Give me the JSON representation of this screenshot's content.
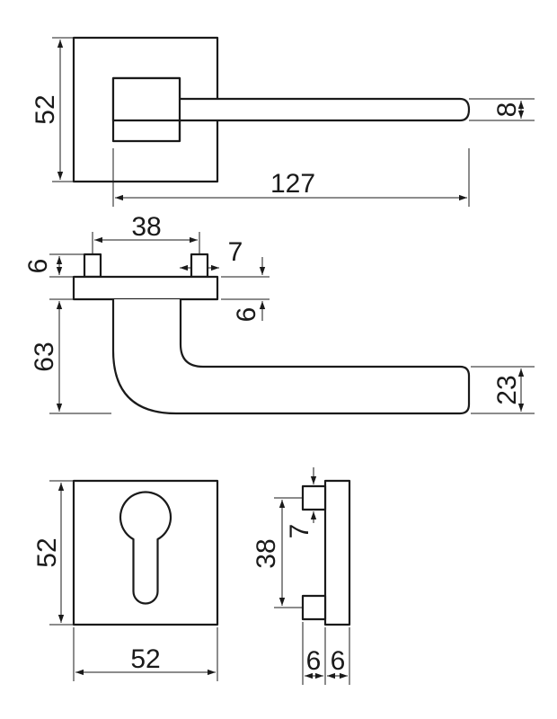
{
  "dimensions": {
    "top_rose_height": "52",
    "lever_thickness": "8",
    "lever_length": "127",
    "pin_spacing": "38",
    "pin_width": "7",
    "pin_height": "6",
    "rose_thickness": "6",
    "lever_projection": "63",
    "lever_depth": "23",
    "escutcheon_height": "52",
    "escutcheon_width": "52",
    "side_pin_spacing": "38",
    "side_pin_width": "7",
    "side_pin_depth": "6",
    "side_plate_depth": "6"
  },
  "colors": {
    "line": "#1a1a1a",
    "background": "#ffffff"
  }
}
